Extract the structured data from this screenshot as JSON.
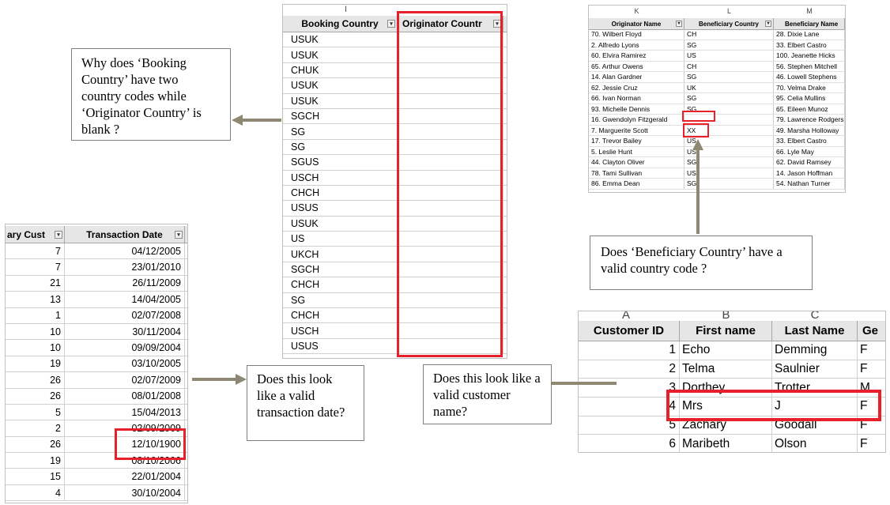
{
  "booking": {
    "col_letter": "I",
    "headers": [
      "Booking Country",
      "Originator Countr"
    ],
    "rows": [
      "USUK",
      "USUK",
      "CHUK",
      "USUK",
      "USUK",
      "SGCH",
      "SG",
      "SG",
      "SGUS",
      "USCH",
      "CHCH",
      "USUS",
      "USUK",
      "US",
      "UKCH",
      "SGCH",
      "CHCH",
      "SG",
      "CHCH",
      "USCH",
      "USUS"
    ]
  },
  "beneficiary": {
    "col_letters": [
      "K",
      "L",
      "M"
    ],
    "headers": [
      "Originator Name",
      "Beneficiary Country",
      "Beneficiary Name"
    ],
    "rows": [
      [
        "70. Wilbert Floyd",
        "CH",
        "28. Dixie Lane"
      ],
      [
        "2. Alfredo Lyons",
        "SG",
        "33. Elbert Castro"
      ],
      [
        "60. Elvira Ramirez",
        "US",
        "100. Jeanette Hicks"
      ],
      [
        "65. Arthur Owens",
        "CH",
        "56. Stephen Mitchell"
      ],
      [
        "14. Alan Gardner",
        "SG",
        "46. Lowell Stephens"
      ],
      [
        "62. Jessie Cruz",
        "UK",
        "70. Velma Drake"
      ],
      [
        "66. Ivan Norman",
        "SG",
        "95. Celia Mullins"
      ],
      [
        "93. Michelle Dennis",
        "SG",
        "65. Eileen Munoz"
      ],
      [
        "16. Gwendolyn Fitzgerald",
        "",
        "79. Lawrence Rodgers"
      ],
      [
        "7. Marguerite Scott",
        "XX",
        "49. Marsha Holloway"
      ],
      [
        "17. Trevor Bailey",
        "US",
        "33. Elbert Castro"
      ],
      [
        "5. Leslie Hunt",
        "US",
        "66. Lyle May"
      ],
      [
        "44. Clayton Oliver",
        "SG",
        "62. David Ramsey"
      ],
      [
        "78. Tami Sullivan",
        "US",
        "14. Jason Hoffman"
      ],
      [
        "86. Emma Dean",
        "SG",
        "54. Nathan Turner"
      ]
    ]
  },
  "transactions": {
    "headers": [
      "ary Cust",
      "Transaction Date"
    ],
    "rows": [
      [
        "7",
        "04/12/2005"
      ],
      [
        "7",
        "23/01/2010"
      ],
      [
        "21",
        "26/11/2009"
      ],
      [
        "13",
        "14/04/2005"
      ],
      [
        "1",
        "02/07/2008"
      ],
      [
        "10",
        "30/11/2004"
      ],
      [
        "10",
        "09/09/2004"
      ],
      [
        "19",
        "03/10/2005"
      ],
      [
        "26",
        "02/07/2009"
      ],
      [
        "26",
        "08/01/2008"
      ],
      [
        "5",
        "15/04/2013"
      ],
      [
        "2",
        "02/09/2009"
      ],
      [
        "26",
        "12/10/1900"
      ],
      [
        "19",
        "08/10/2006"
      ],
      [
        "15",
        "22/01/2004"
      ],
      [
        "4",
        "30/10/2004"
      ]
    ]
  },
  "customers": {
    "col_letters": [
      "A",
      "B",
      "C"
    ],
    "headers": [
      "Customer ID",
      "First name",
      "Last Name",
      "Ge"
    ],
    "rows": [
      [
        "1",
        "Echo",
        "Demming",
        "F"
      ],
      [
        "2",
        "Telma",
        "Saulnier",
        "F"
      ],
      [
        "3",
        "Dorthey",
        "Trotter",
        "M"
      ],
      [
        "4",
        "Mrs",
        "J",
        "F"
      ],
      [
        "5",
        "Zachary",
        "Goodall",
        "F"
      ],
      [
        "6",
        "Maribeth",
        "Olson",
        "F"
      ]
    ]
  },
  "callouts": {
    "booking": "Why does ‘Booking Country’ have two country codes while ‘Originator Country’ is blank ?",
    "beneficiary": "Does ‘Beneficiary Country’ have a valid country code ?",
    "date": "Does this look like a valid transaction date?",
    "customer": "Does this look like a valid customer name?"
  },
  "colors": {
    "highlight": "#e8202a",
    "arrow": "#8e8872",
    "header": "#e7e6e6"
  }
}
